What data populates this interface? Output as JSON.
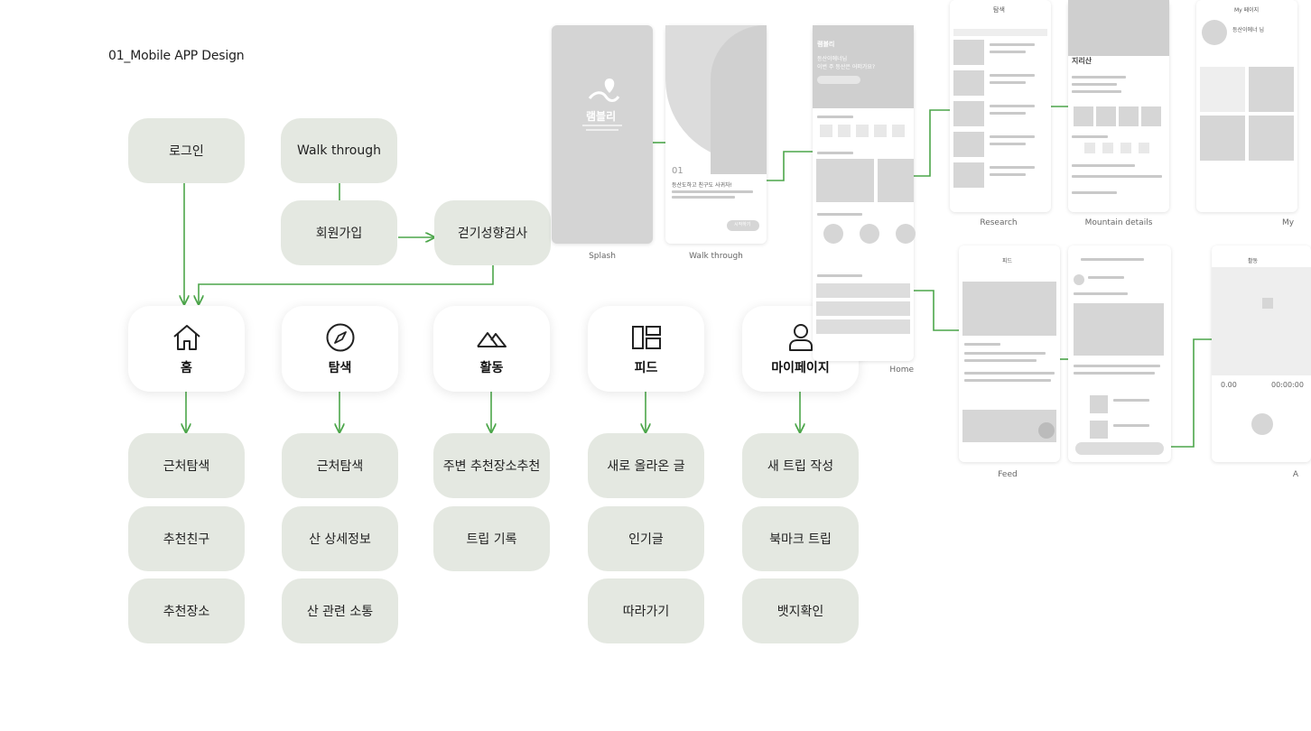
{
  "title": "01_Mobile APP Design",
  "flow": {
    "top": {
      "login": "로그인",
      "walkthrough": "Walk through",
      "signup": "회원가입",
      "walk_test": "걷기성향검사"
    },
    "tabs": [
      {
        "label": "홈",
        "icon": "home-icon",
        "items": [
          "근처탐색",
          "추천친구",
          "추천장소"
        ]
      },
      {
        "label": "탐색",
        "icon": "compass-icon",
        "items": [
          "근처탐색",
          "산 상세정보",
          "산 관련 소통"
        ]
      },
      {
        "label": "활동",
        "icon": "mountain-icon",
        "items": [
          "주변 추천장소추천",
          "트립 기록"
        ]
      },
      {
        "label": "피드",
        "icon": "feed-layout-icon",
        "items": [
          "새로 올라온 글",
          "인기글",
          "따라가기"
        ]
      },
      {
        "label": "마이페이지",
        "icon": "person-icon",
        "items": [
          "새 트립 작성",
          "북마크 트립",
          "뱃지확인"
        ]
      }
    ],
    "line_color": "#4ca64a",
    "node_color": "#e4e8e1"
  },
  "wireframes": {
    "captions": {
      "splash": "Splash",
      "walkthrough": "Walk through",
      "home": "Home",
      "research": "Research",
      "mountain": "Mountain details",
      "my": "My",
      "feed": "Feed",
      "activity": "A"
    },
    "splash_logo": "램블리",
    "walk_step": "01",
    "walk_text": "등산도하고 친구도 사귀자!",
    "walk_button": "시작하기",
    "home_logo": "램블리",
    "home_greeting": "등산이에너님",
    "home_question": "이번 주 등산은 어떠가요?",
    "research_header": "탐색",
    "mountain_name": "지리산",
    "my_header": "My 페이지",
    "my_name": "등산이에너 님",
    "feed_header": "피드",
    "activity_header": "활동",
    "activity_values": [
      "0.00",
      "00:00:00"
    ]
  }
}
